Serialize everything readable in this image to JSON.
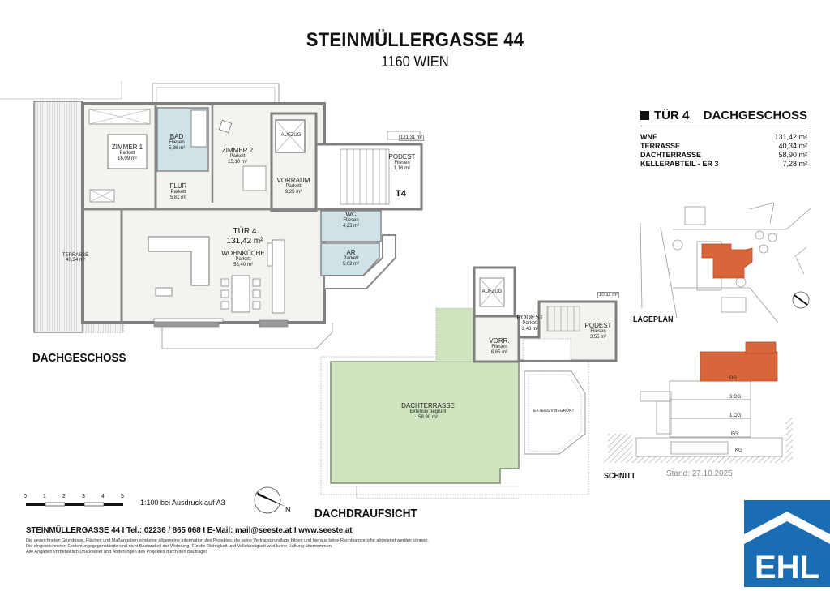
{
  "header": {
    "title": "STEINMÜLLERGASSE 44",
    "subtitle": "1160 WIEN"
  },
  "unit_summary": {
    "door": "TÜR 4",
    "floor": "DACHGESCHOSS",
    "rows": [
      {
        "label": "WNF",
        "value": "131,42 m²"
      },
      {
        "label": "TERRASSE",
        "value": "40,34 m²"
      },
      {
        "label": "DACHTERRASSE",
        "value": "58,90 m²"
      },
      {
        "label": "KELLERABTEIL - ER 3",
        "value": "7,28 m²"
      }
    ]
  },
  "floorplan": {
    "section_label": "DACHGESCHOSS",
    "unit_label": "TÜR 4",
    "unit_area": "131,42 m²",
    "rooms": [
      {
        "name": "ZIMMER 1",
        "floor": "Parkett",
        "area": "16,09 m²"
      },
      {
        "name": "BAD",
        "floor": "Fliesen",
        "area": "5,36 m²"
      },
      {
        "name": "ZIMMER 2",
        "floor": "Parkett",
        "area": "15,10 m²"
      },
      {
        "name": "FLUR",
        "floor": "Parkett",
        "area": "5,81 m²"
      },
      {
        "name": "VORRAUM",
        "floor": "Parkett",
        "area": "9,25 m²"
      },
      {
        "name": "WOHNKÜCHE",
        "floor": "Parkett",
        "area": "58,40 m²"
      },
      {
        "name": "WC",
        "floor": "Fliesen",
        "area": "4,23 m²"
      },
      {
        "name": "AR",
        "floor": "Parkett",
        "area": "5,02 m²"
      },
      {
        "name": "TERRASSE",
        "floor": "",
        "area": "40,34 m²"
      },
      {
        "name": "AUFZUG",
        "floor": "",
        "area": ""
      },
      {
        "name": "PODEST",
        "floor": "Fliesen",
        "area": "1,16 m²"
      }
    ],
    "stair_label": "T4",
    "stair_area_tag": "121,31 m²"
  },
  "roofplan": {
    "section_label": "DACHDRAUFSICHT",
    "rooms": [
      {
        "name": "DACHTERRASSE",
        "floor": "Extensiv begrünt",
        "area": "58,90 m²"
      },
      {
        "name": "AUFZUG",
        "floor": "",
        "area": ""
      },
      {
        "name": "PODEST",
        "floor": "Parkett",
        "area": "2,48 m²"
      },
      {
        "name": "VORR.",
        "floor": "Fliesen",
        "area": "6,65 m²"
      },
      {
        "name": "PODEST",
        "floor": "Fliesen",
        "area": "3,55 m²"
      }
    ],
    "extensive_label": "EXTENSIV BEGRÜNT",
    "area_tag": "10,11 m²"
  },
  "site_plan": {
    "label": "LAGEPLAN"
  },
  "section": {
    "label": "SCHNITT",
    "levels": [
      "DG",
      "3.OG",
      "1.OG",
      "EG",
      "KG"
    ]
  },
  "scale": {
    "ticks": [
      "0",
      "1",
      "2",
      "3",
      "4",
      "5"
    ],
    "text": "1:100 bei Ausdruck auf A3"
  },
  "stand": "Stand: 27.10.2025",
  "footer": {
    "contact": "STEINMÜLLERGASSE 44 I Tel.: 02236 / 865 068 I E-Mail: mail@seeste.at I www.seeste.at",
    "disclaimer": [
      "Die gezeichneten Grundrisse, Flächen und Maßangaben sind eine allgemeine Information des Projektes, die keine Vertragsgrundlage bilden und hieraus keine Rechtsansprüche abgeleitet werden können.",
      "Die eingezeichneten Einrichtungsgegenstände sind nicht Bestandteil der Wohnung. Für die Richtigkeit und Vollständigkeit wird keine Haftung übernommen.",
      "Alle Angaben vorbehaltlich Druckfehler und Änderungen des Projektes durch den Bauträger."
    ]
  },
  "logo": {
    "text": "EHL",
    "color": "#1a6db3"
  },
  "colors": {
    "wet_room": "#cfe3e6",
    "terrace_green": "#cfe4bf",
    "highlight_orange": "#d9663a",
    "wall": "#8a8a8a"
  }
}
